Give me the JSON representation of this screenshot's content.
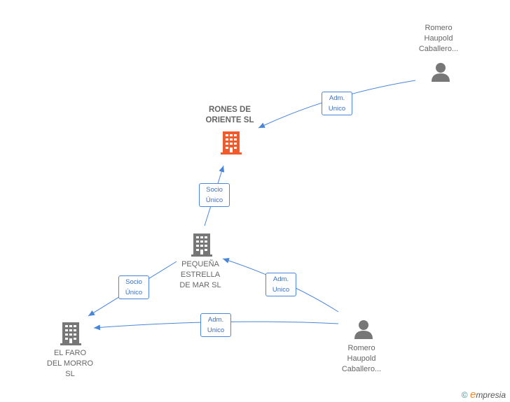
{
  "nodes": {
    "rones": {
      "label": "RONES DE\nORIENTE  SL",
      "type": "company",
      "color": "#f15a2b"
    },
    "pequena": {
      "label": "PEQUEÑA\nESTRELLA\nDE MAR  SL",
      "type": "company",
      "color": "#777777"
    },
    "elfaro": {
      "label": "EL FARO\nDEL MORRO\nSL",
      "type": "company",
      "color": "#777777"
    },
    "romero1": {
      "label": "Romero\nHaupold\nCaballero...",
      "type": "person",
      "color": "#777777"
    },
    "romero2": {
      "label": "Romero\nHaupold\nCaballero...",
      "type": "person",
      "color": "#777777"
    }
  },
  "edges": {
    "e1": {
      "label": "Adm.\nUnico"
    },
    "e2": {
      "label": "Socio\nÚnico"
    },
    "e3": {
      "label": "Socio\nÚnico"
    },
    "e4": {
      "label": "Adm.\nUnico"
    },
    "e5": {
      "label": "Adm.\nUnico"
    }
  },
  "footer": {
    "copyright": "©",
    "brand_initial": "e",
    "brand_rest": "mpresia"
  },
  "colors": {
    "edge": "#4a86d8",
    "highlight": "#f15a2b",
    "icon": "#777777"
  }
}
